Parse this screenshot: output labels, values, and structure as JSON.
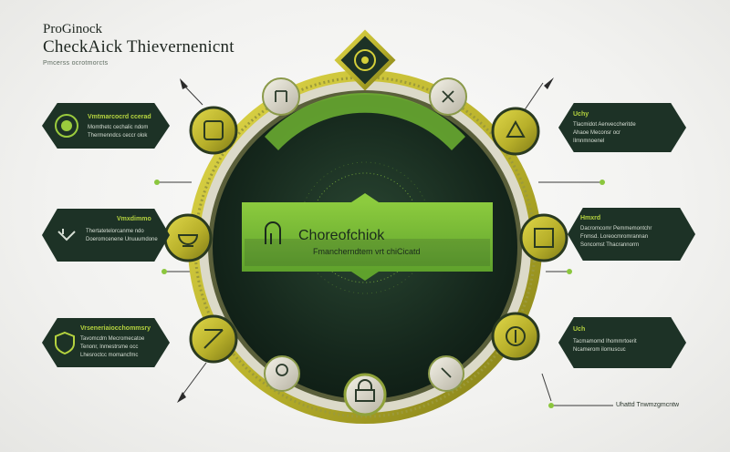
{
  "header": {
    "title_line1": "ProGinock",
    "title_line2": "CheckAick Thievernenicnt",
    "subtitle": "Pmcerss ocrotmorcts"
  },
  "center": {
    "title": "Choreofchiok",
    "subtitle": "Fmancherndtem vrt chiCicatd"
  },
  "cards": {
    "left_top": {
      "title": "Vmtmarcocrd ccerad",
      "lines": [
        "Momthetc cechalic ndom",
        "Thermenndcs ceccr olok"
      ]
    },
    "left_mid": {
      "title": "Vmxdimmo",
      "lines": [
        "Thertatetelorcanme ndo",
        "Doeromcenene Unuuumdone"
      ]
    },
    "left_bot": {
      "title": "Vrseneriaiocchommsry",
      "lines": [
        "Tavomcdm Mecromecatoe",
        "Tenonr, lnmestrsme occ",
        "Lhesroctcc momancfmc"
      ]
    },
    "right_top": {
      "title": "Uchy",
      "lines": [
        "Tlacmidot Aenveccheritde",
        "Ahaoe Meconsr ocr",
        "Ilmnmnoenel"
      ]
    },
    "right_mid": {
      "title": "Hmxrd",
      "lines": [
        "Dacromcomr Pemmemontchr",
        "Fnmsd. Loreocmromrannan",
        "Soncomst Thacrannorrn"
      ]
    },
    "right_bot": {
      "title": "Uch",
      "lines": [
        "Tacmamomd Ihommrtoerit",
        "Ncamerom ilomuscuc"
      ]
    }
  },
  "footer_note": "Uhattd Tnwmzgmcntw",
  "colors": {
    "dark_green": "#1d3226",
    "ring_gold": "#b9b52d",
    "accent_green": "#7fbf3a",
    "title_green": "#b5d33f"
  }
}
